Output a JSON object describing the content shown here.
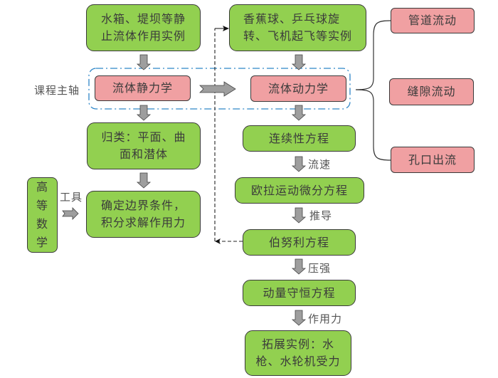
{
  "diagram": {
    "axis_label": "课程主轴",
    "boxes": {
      "static_examples": "水箱、堤坝等静\n止流体作用实例",
      "dynamic_examples": "香蕉球、乒乓球旋\n转、飞机起飞等实例",
      "hydrostatics": "流体静力学",
      "hydrodynamics": "流体动力学",
      "classify": "归类：平面、曲\n面和潜体",
      "boundary": "确定边界条件，\n积分求解作用力",
      "math": "高\n等\n数\n学",
      "continuity": "连续性方程",
      "euler": "欧拉运动微分方程",
      "bernoulli": "伯努利方程",
      "momentum": "动量守恒方程",
      "extension": "拓展实例：水\n枪、水轮机受力",
      "pipe_flow": "管道流动",
      "gap_flow": "缝隙流动",
      "orifice_flow": "孔口出流"
    },
    "arrow_labels": {
      "tool": "工具",
      "velocity": "流速",
      "derive": "推导",
      "pressure": "压强",
      "force": "作用力"
    },
    "colors": {
      "green_box": "#92d050",
      "pink_box": "#f0a0a2",
      "axis_dashdot": "#2e86c8",
      "arrow_fill": "#9e9e9e"
    }
  }
}
